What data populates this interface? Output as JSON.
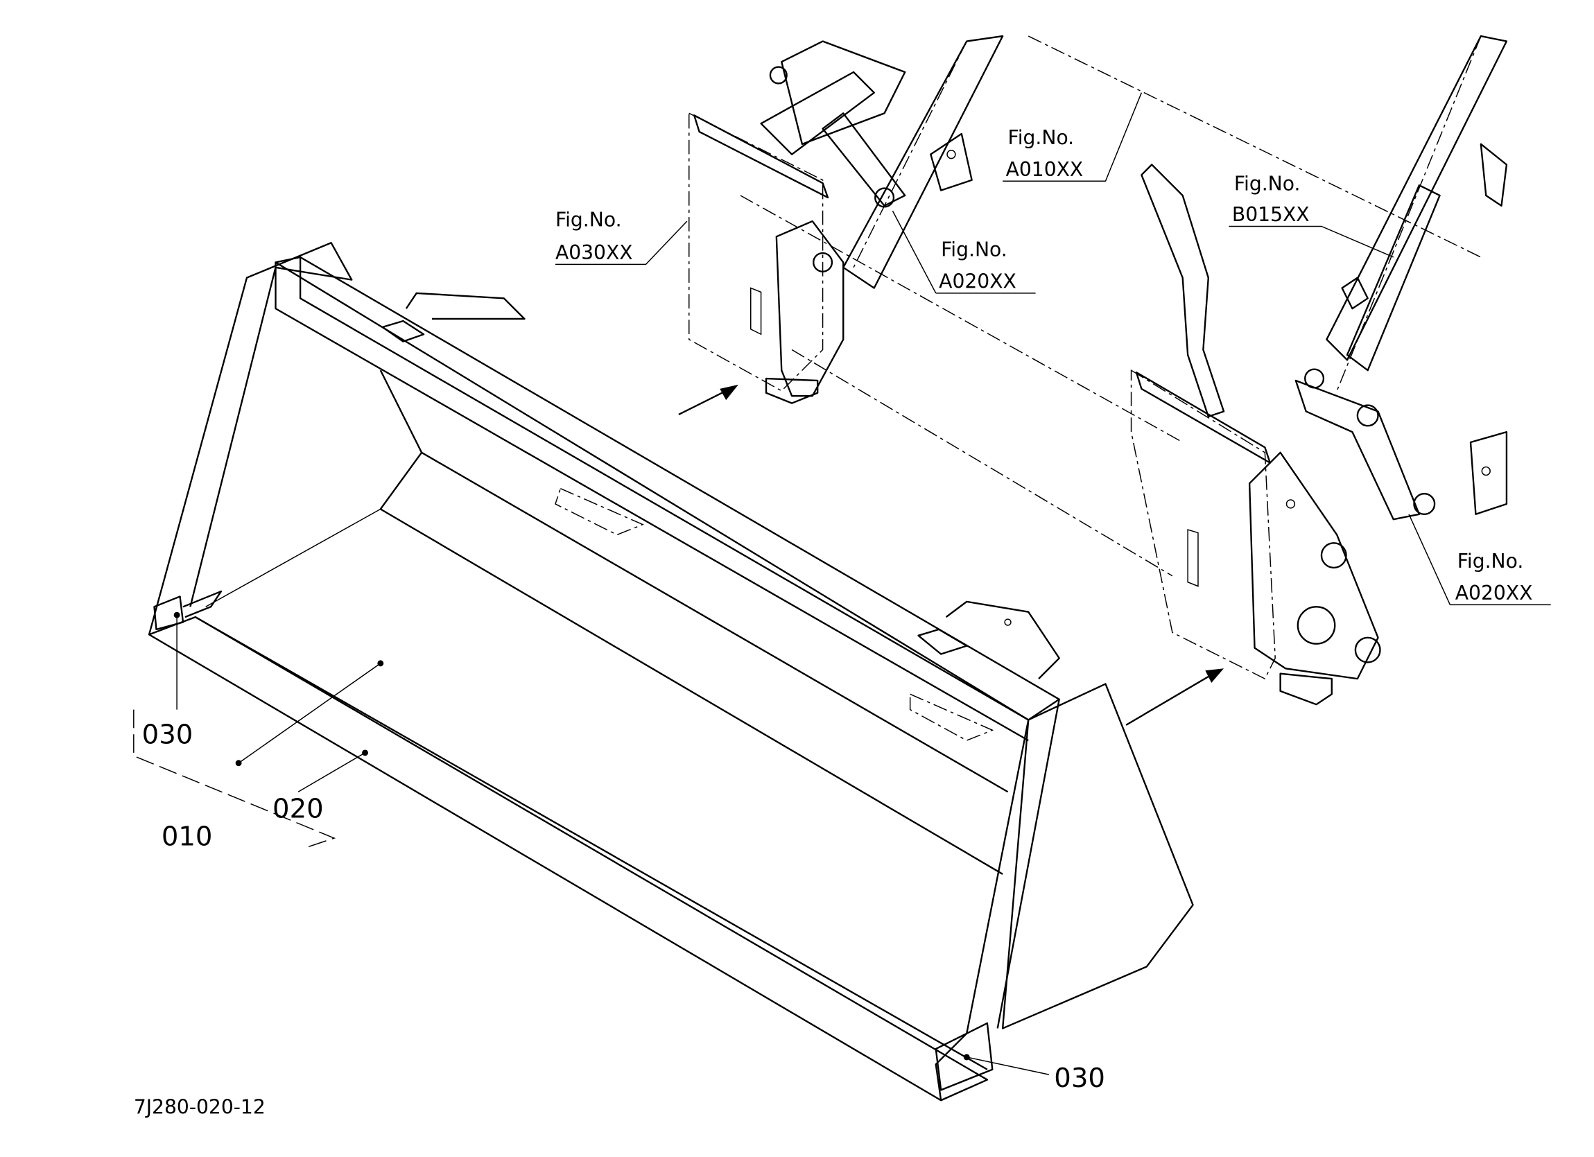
{
  "figure_refs": [
    {
      "prefix": "Fig.No.",
      "code": "A030XX"
    },
    {
      "prefix": "Fig.No.",
      "code": "A010XX"
    },
    {
      "prefix": "Fig.No.",
      "code": "A020XX"
    },
    {
      "prefix": "Fig.No.",
      "code": "B015XX"
    },
    {
      "prefix": "Fig.No.",
      "code": "A020XX"
    }
  ],
  "part_callouts": {
    "left_030": "030",
    "part_020": "020",
    "part_010": "010",
    "right_030": "030"
  },
  "drawing_code": "7J280-020-12"
}
